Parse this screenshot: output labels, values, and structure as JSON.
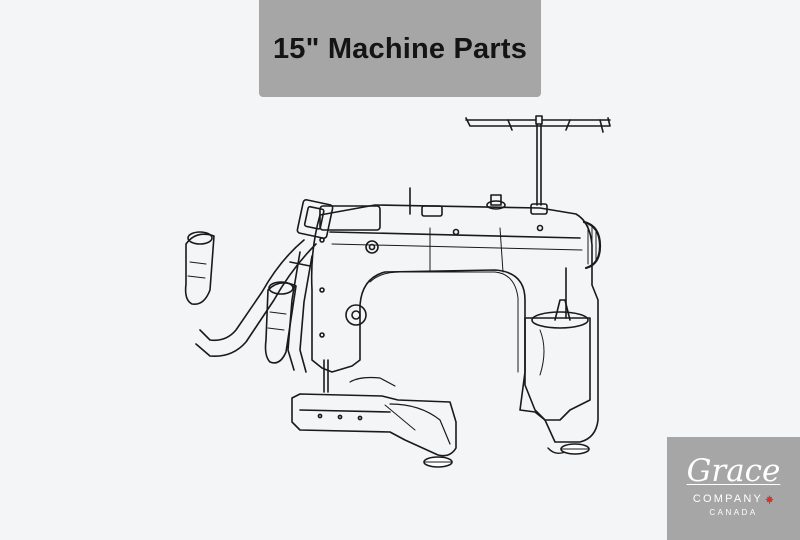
{
  "banner": {
    "title": "15\" Machine Parts"
  },
  "illustration": {
    "subject": "sewing-machine-line-drawing-icon"
  },
  "logo": {
    "brand": "Grace",
    "company": "COMPANY",
    "country": "CANADA",
    "leaf_color": "#d8322a"
  },
  "colors": {
    "background": "#f4f5f7",
    "banner": "#a6a6a7",
    "title_text": "#141414",
    "line_art": "#1a1a1a"
  }
}
